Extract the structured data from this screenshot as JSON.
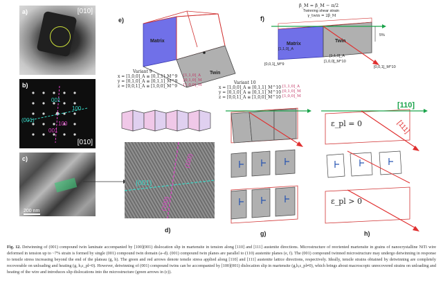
{
  "panels": {
    "a": {
      "label": "a)",
      "orientation": "[010]"
    },
    "b": {
      "label": "b)",
      "orientation": "[010]",
      "spot_labels": [
        "001",
        "100",
        "100",
        "001"
      ],
      "plane_label": "(001)"
    },
    "c": {
      "label": "c)",
      "scale": "200 nm"
    },
    "d": {
      "label": "d)",
      "plane_labels": [
        "(001)",
        "(100)",
        "(100)"
      ]
    },
    "e": {
      "label": "e)",
      "matrix": "Matrix",
      "twin": "Twin",
      "variant9": {
        "title": "Variant 9",
        "rows": [
          "x = [1,0,0]_A ≡ [0,1,1]_M^9",
          "y = [0,1,0]_A ≡ [0,1,1]_M^9",
          "z = [0,0,1]_A ≡ [1,0,0]_M^9"
        ],
        "alt": [
          "[1,1,0]_A",
          "[0,1,0]_M",
          "[1,0,0]_M"
        ]
      },
      "variant10": {
        "title": "Variant 10",
        "rows": [
          "x = [1,0,0]_A ≡ [0,1,1]_M^10",
          "y = [0,1,0]_A ≡ [0,1,1]_M^10",
          "z = [0,0,1]_A ≡ [1,0,0]_M^10"
        ],
        "alt": [
          "[1,1,0]_A",
          "[0,1,0]_M",
          "[1,0,0]_M"
        ]
      }
    },
    "f": {
      "label": "f)",
      "header1": "β_M = β_M − π/2",
      "header2": "Twinning shear strain",
      "header3": "γ_twin = 2β_M",
      "matrix": "Matrix",
      "twin": "Twin",
      "labels": [
        "[1,1,0]_A",
        "[0,0,1]_M^9",
        "[1,0,0]_M^10",
        "[1,1,0]_A",
        "[0,0,1]_M^10",
        "5%"
      ]
    },
    "g": {
      "label": "g)"
    },
    "h": {
      "label": "h)",
      "eps_zero": "ε_pl = 0",
      "eps_pos": "ε_pl > 0",
      "dir_110": "[110]",
      "dir_111": "[111]"
    }
  },
  "caption": {
    "fig": "Fig. 12.",
    "text": "Detwinning of (001) compound twin laminate accompanied by [100](001) dislocation slip in martensite in tension along [110] and [111] austenite directions. Microstructure of reoriented martensite in grains of nanocrystalline NiTi wire deformed in tension up to ~7% strain is formed by single (001) compound twin domain (a–d). (001) compound twin planes are parallel to (110) austenite planes (e, f). The (001) compound twinned microstructure may undergo detwinning in response to tensile stress increasing beyond the end of the plateau (g, h). The green and red arrows denote tensile stress applied along [110] and [111] austenite lattice directions, respectively. Ideally, tensile strains obtained by detwinning are completely recoverable on unloading and heating (g, h,ε_pl=0). However, detwinning of (001) compound twins can be accompanied by [100](001) dislocation slip in martensite (g,h,ε_pl≠0), which brings about macroscopic unrecovered strains on unloading and heating of the wire and introduces slip dislocations into the microstructure (green arrows in (c))."
  },
  "colors": {
    "green": "#1aa34a",
    "red": "#e03030",
    "cyan": "#38d9c8",
    "magenta": "#e040c8",
    "blue_face": "#7070e8",
    "gray_face": "#b0b0b0"
  }
}
